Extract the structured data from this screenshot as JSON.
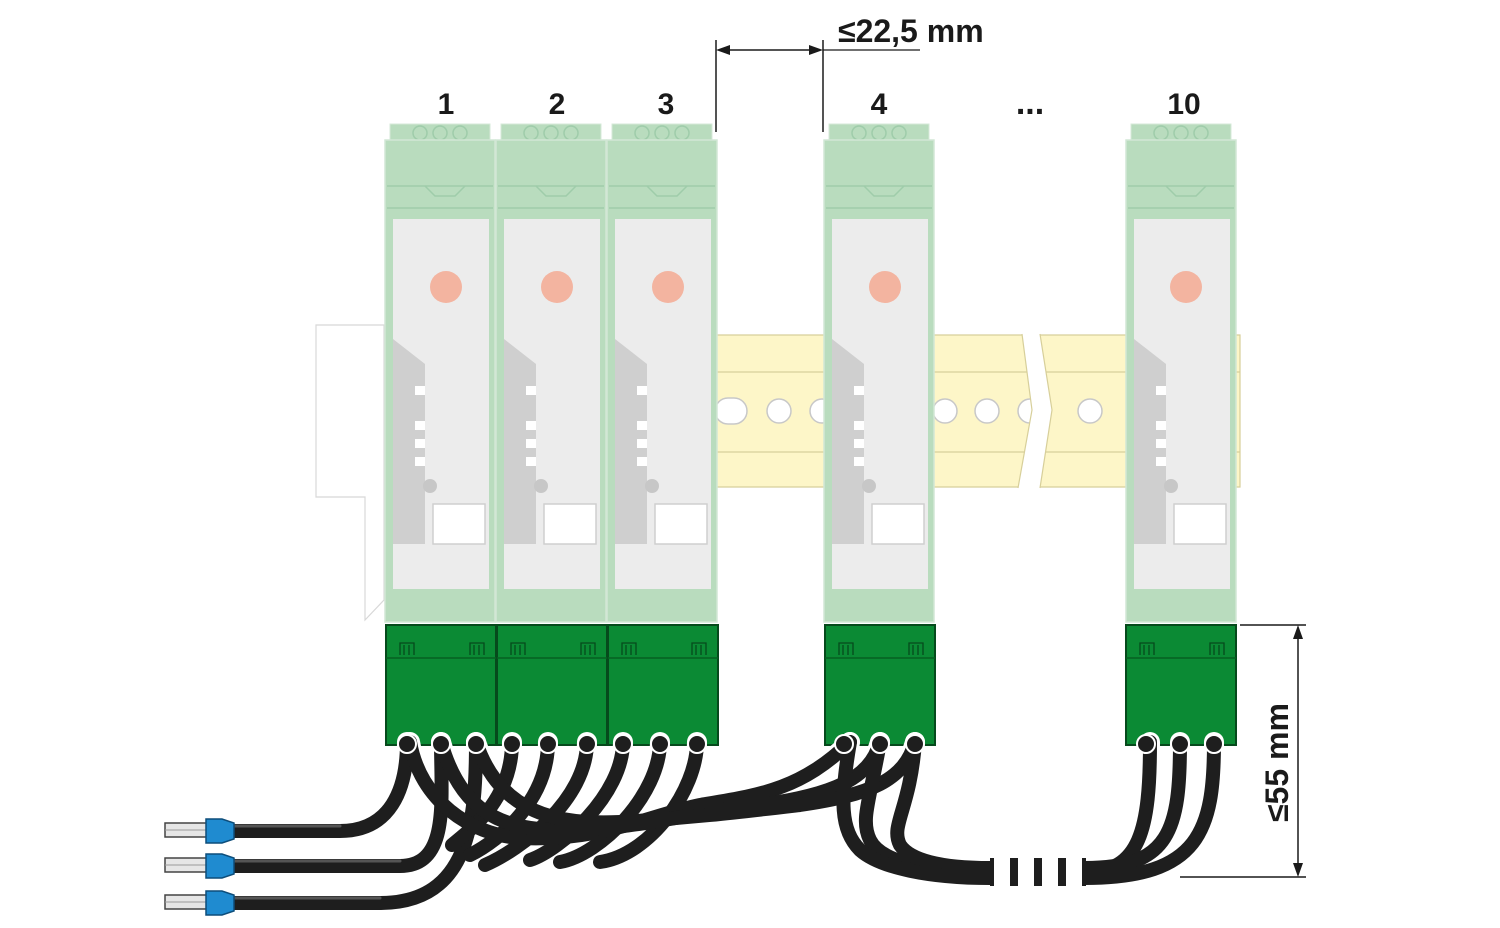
{
  "modules": [
    {
      "label": "1"
    },
    {
      "label": "2"
    },
    {
      "label": "3"
    },
    {
      "label": "4"
    },
    {
      "label": "10"
    }
  ],
  "ellipsis": "...",
  "dimensions": {
    "spacing": "≤22,5 mm",
    "height": "≤55 mm"
  },
  "colors": {
    "module_body": "#b9dcbe",
    "module_face": "#ececec",
    "connector": "#0b8a34",
    "din_rail": "#fdf6c8",
    "led": "#f3b4a0",
    "cable": "#1e1e1e",
    "ferrule": "#1f8bd0"
  }
}
